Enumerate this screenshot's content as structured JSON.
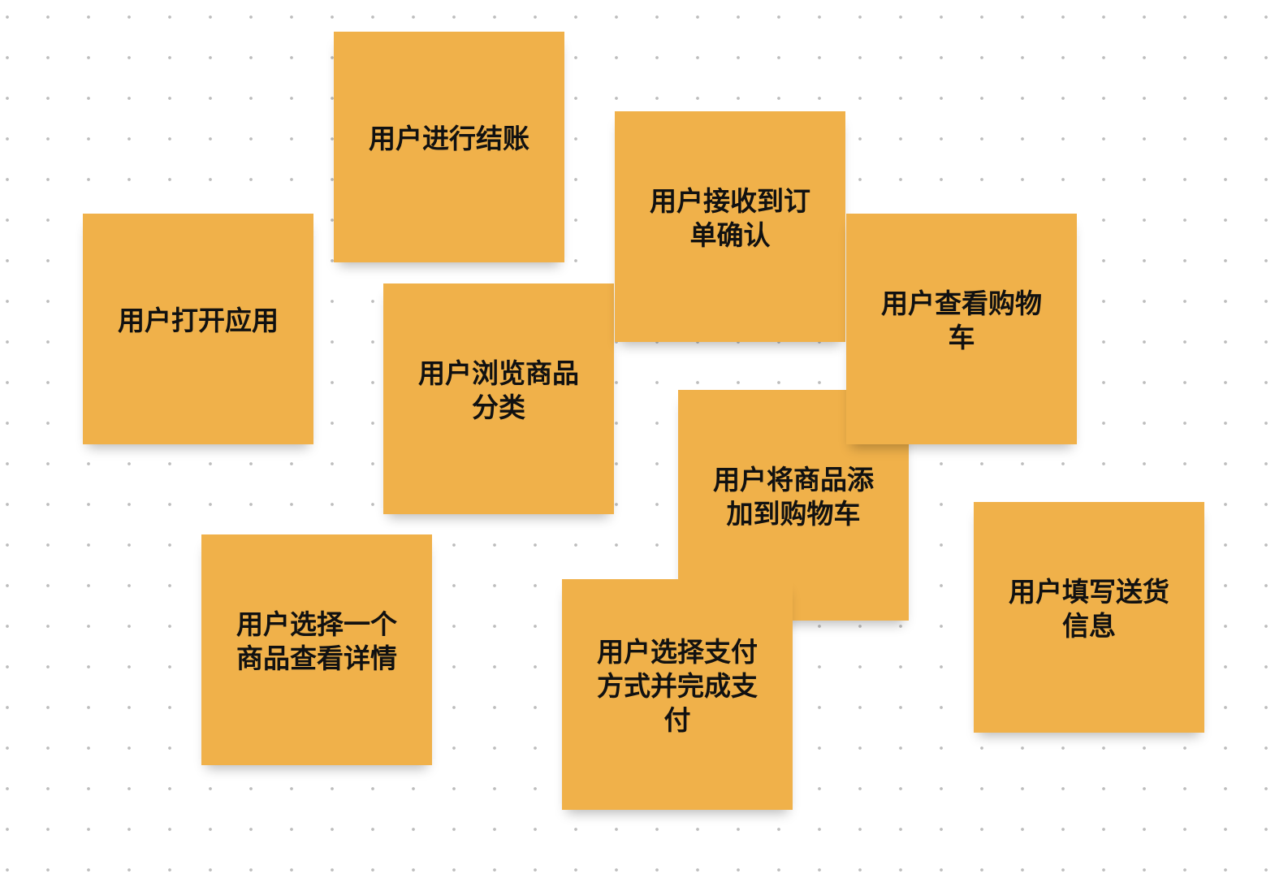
{
  "board": {
    "note_color": "#F0B14A",
    "notes": [
      {
        "text": "用户进行结账"
      },
      {
        "text": "用户打开应用"
      },
      {
        "text": "用户浏览商品分类"
      },
      {
        "text": "用户接收到订单确认"
      },
      {
        "text": "用户将商品添加到购物车"
      },
      {
        "text": "用户查看购物车"
      },
      {
        "text": "用户选择一个商品查看详情"
      },
      {
        "text": "用户选择支付方式并完成支付"
      },
      {
        "text": "用户填写送货信息"
      }
    ]
  }
}
